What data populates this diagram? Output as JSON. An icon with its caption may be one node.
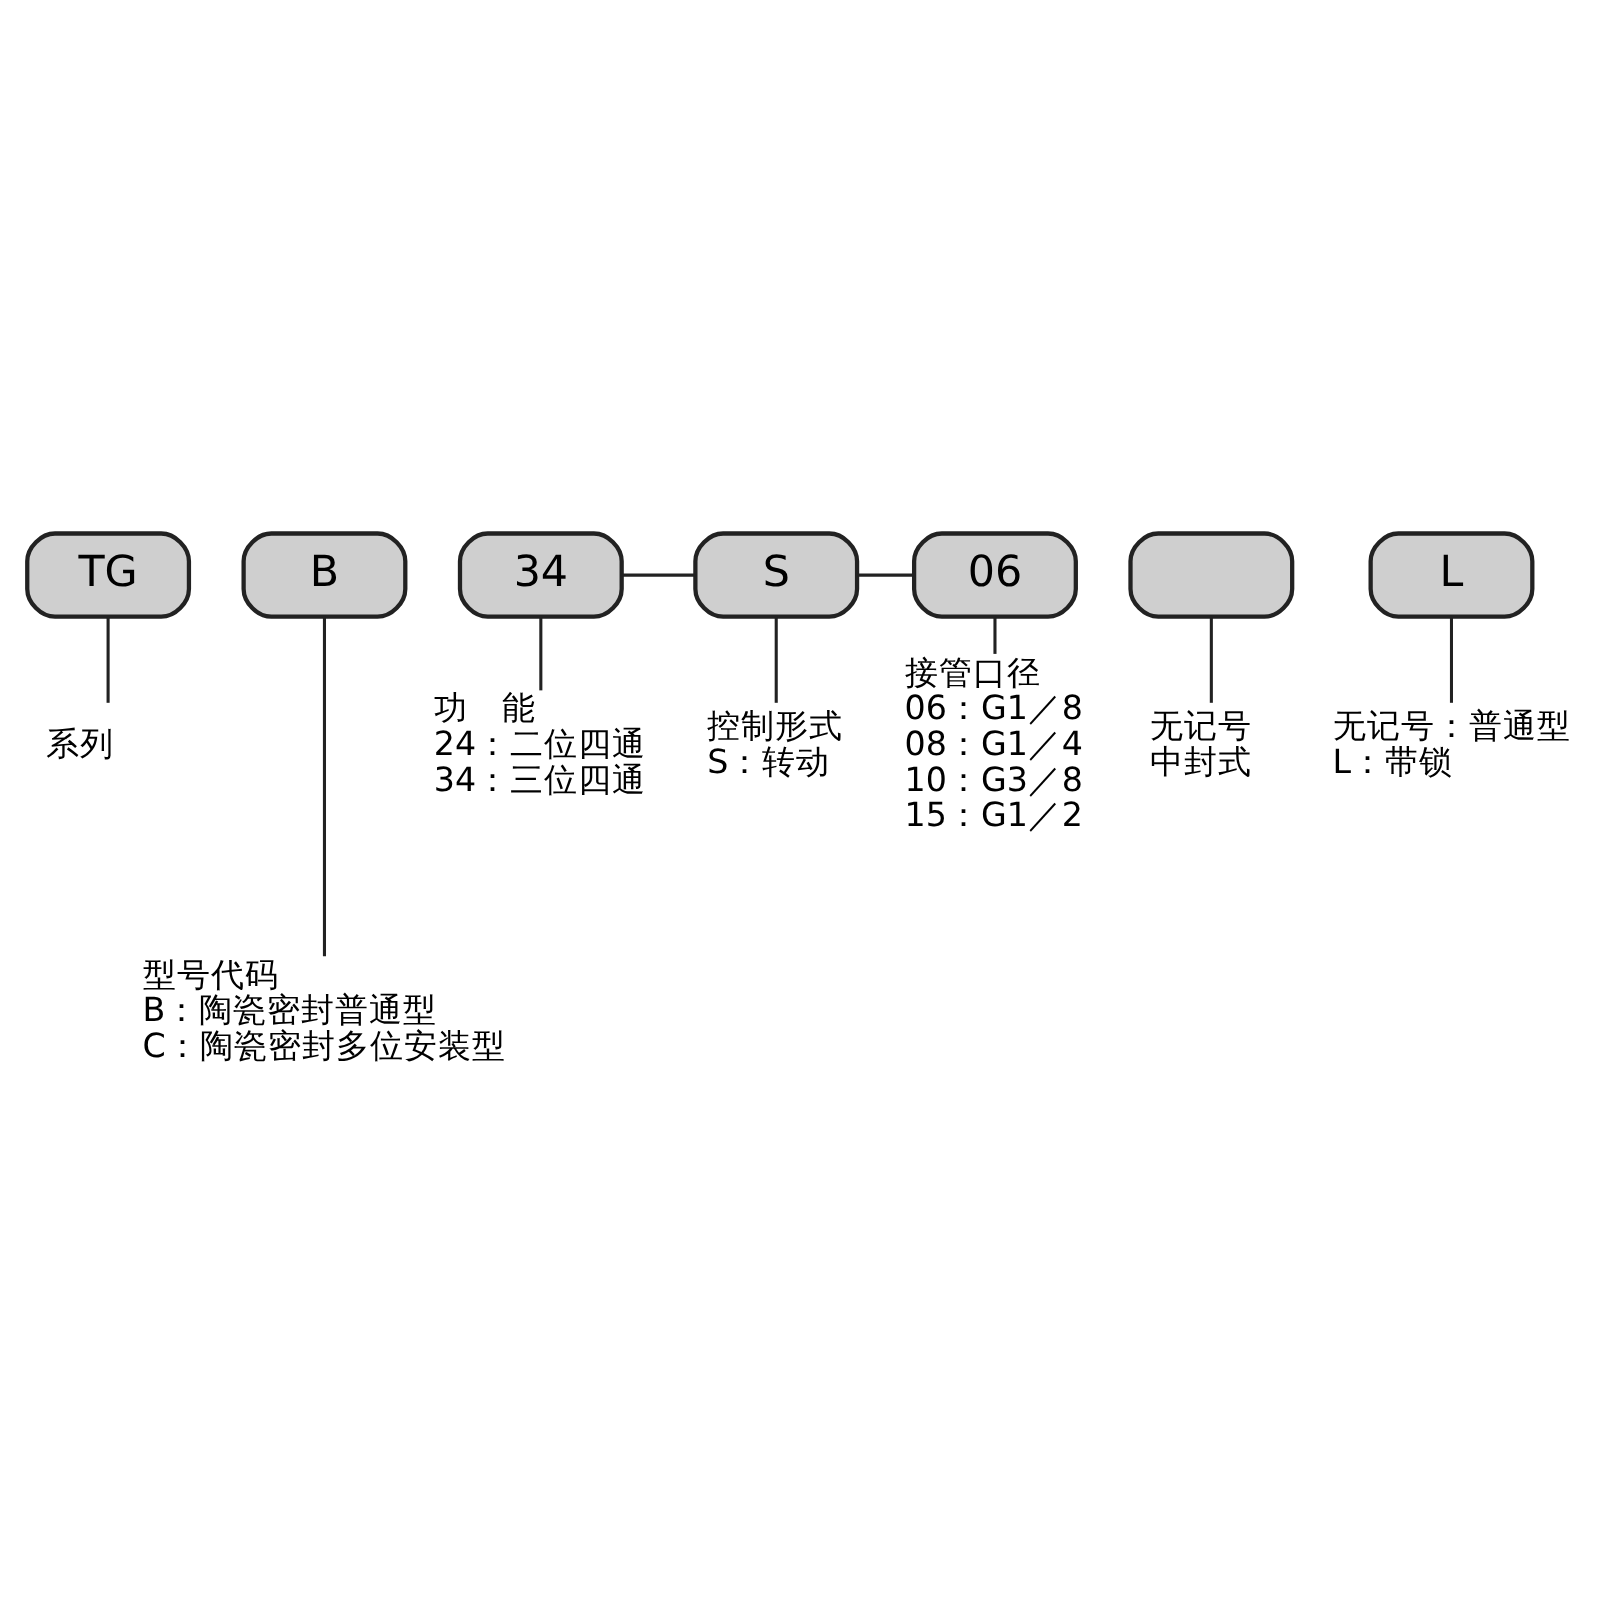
{
  "diagram": {
    "nodes": [
      {
        "text": [
          "TG"
        ]
      },
      {
        "text": [
          "B"
        ]
      },
      {
        "text": [
          "34"
        ]
      },
      {
        "text": [
          "S"
        ]
      },
      {
        "text": [
          "06"
        ]
      },
      {
        "text": [],
        "shape": "box"
      },
      {
        "text": [
          "L"
        ]
      },
      {
        "text": [
          "系列"
        ]
      },
      {
        "text": [
          "型号代码",
          "B：陶瓷密封普通型",
          "C：陶瓷密封多位安装型"
        ]
      },
      {
        "text": [
          "功　能",
          "24：二位四通",
          "34：三位四通"
        ]
      },
      {
        "text": [
          "控制形式",
          "S：转动"
        ]
      },
      {
        "text": [
          "接管口径",
          "06：G1／8",
          "08：G1／4",
          "10：G3／8",
          "15：G1／2"
        ]
      },
      {
        "text": [
          "无记号",
          "中封式"
        ]
      },
      {
        "text": [
          "无记号：普通型",
          "L：带锁"
        ]
      }
    ],
    "edges": [
      {
        "from": 7,
        "to": 0,
        "arrow": "none"
      },
      {
        "from": 8,
        "to": 1,
        "arrow": "none"
      },
      {
        "from": 9,
        "to": 2,
        "arrow": "none"
      },
      {
        "from": 2,
        "to": 3,
        "arrow": "none"
      },
      {
        "from": 10,
        "to": 3,
        "arrow": "none"
      },
      {
        "from": 3,
        "to": 4,
        "arrow": "none"
      },
      {
        "from": 11,
        "to": 4,
        "arrow": "none"
      },
      {
        "from": 12,
        "to": 5,
        "arrow": "none"
      },
      {
        "from": 13,
        "to": 6,
        "arrow": "none"
      }
    ]
  }
}
